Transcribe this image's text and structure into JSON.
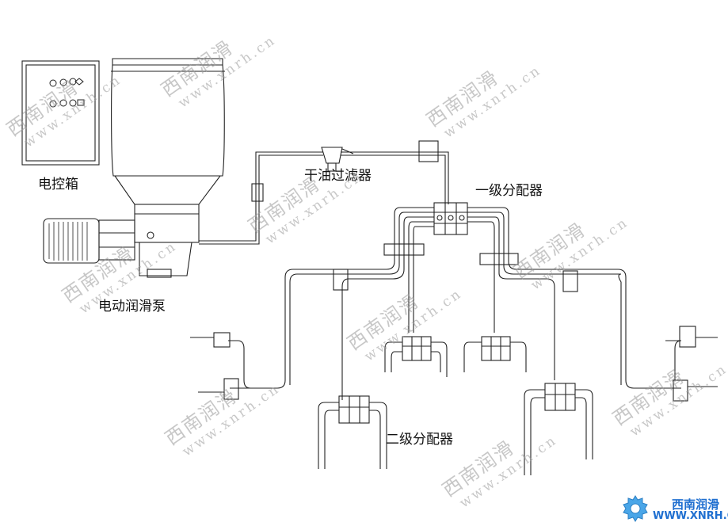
{
  "labels": {
    "control_box": "电控箱",
    "pump": "电动润滑泵",
    "filter": "干油过滤器",
    "primary_distributor": "一级分配器",
    "secondary_distributor": "二级分配器"
  },
  "watermark": {
    "cn": "西南润滑",
    "url": "www.xnrh.cn"
  },
  "logo": {
    "cn": "西南润滑",
    "en": "WWW.XNRH.CN",
    "color": "#1f6fd0"
  }
}
